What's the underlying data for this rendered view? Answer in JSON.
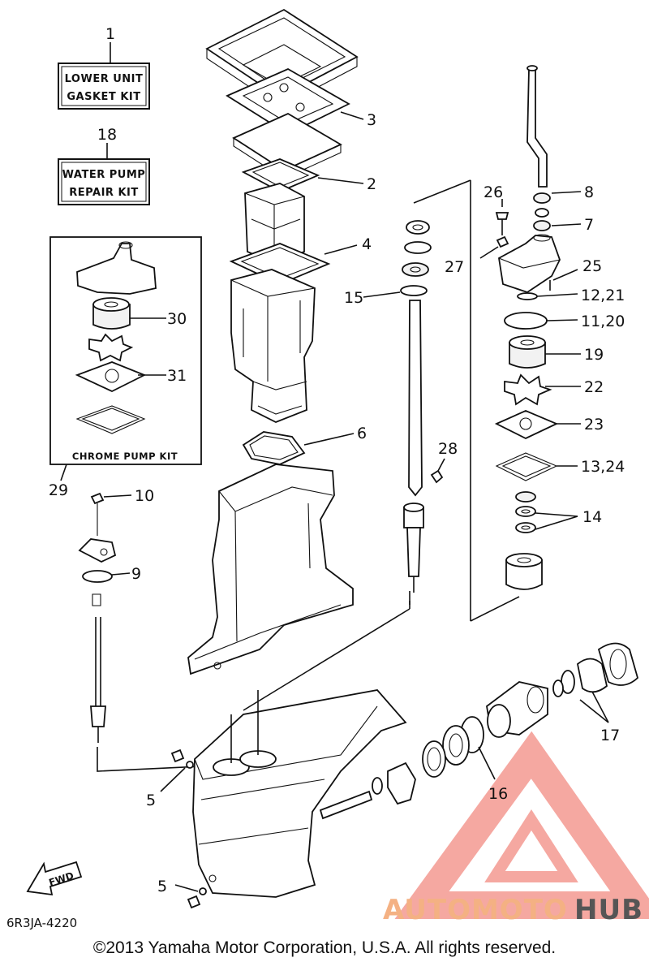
{
  "diagram": {
    "boxes": {
      "gasket_kit": {
        "number": "1",
        "line1": "LOWER UNIT",
        "line2": "GASKET KIT"
      },
      "pump_repair_kit": {
        "number": "18",
        "line1": "WATER PUMP",
        "line2": "REPAIR KIT"
      },
      "chrome_pump_kit": {
        "number": "29",
        "label": "CHROME PUMP KIT"
      }
    },
    "callouts": {
      "c2": "2",
      "c3": "3",
      "c4": "4",
      "c5a": "5",
      "c5b": "5",
      "c6": "6",
      "c7": "7",
      "c8": "8",
      "c9": "9",
      "c10": "10",
      "c11_20": "11,20",
      "c12_21": "12,21",
      "c13_24": "13,24",
      "c14": "14",
      "c15": "15",
      "c16": "16",
      "c17": "17",
      "c19": "19",
      "c22": "22",
      "c23": "23",
      "c25": "25",
      "c26": "26",
      "c27": "27",
      "c28": "28",
      "c30": "30",
      "c31": "31"
    },
    "fwd_label": "FWD",
    "part_code": "6R3JA-4220",
    "copyright": "©2013 Yamaha Motor Corporation, U.S.A. All rights reserved.",
    "watermark": {
      "part1": "AUTOMOTO",
      "part2": "HUB"
    },
    "colors": {
      "line": "#111111",
      "watermark_triangle": "#f28b82",
      "watermark_text_light": "#f4b183",
      "watermark_text_dark": "#555555"
    }
  }
}
